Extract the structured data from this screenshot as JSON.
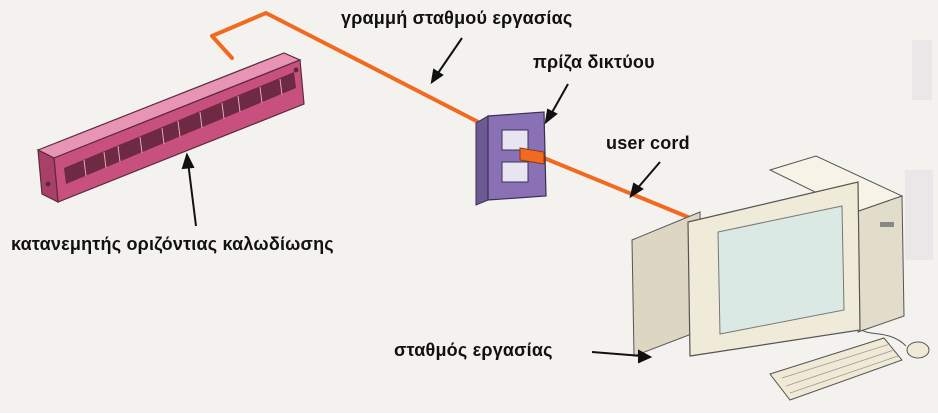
{
  "labels": {
    "workstation_line": "γραμμή σταθμού εργασίας",
    "network_outlet": "πρίζα δικτύου",
    "user_cord": "user cord",
    "patch_panel": "κατανεμητής οριζόντιας καλωδίωσης",
    "workstation": "σταθμός εργασίας"
  },
  "colors": {
    "cable": "#f26a21",
    "patch_panel": "#c8507e",
    "outlet": "#8a70b4",
    "computer_body": "#f0ead8",
    "screen": "#dbe9e4",
    "background": "#f4f2ee"
  }
}
